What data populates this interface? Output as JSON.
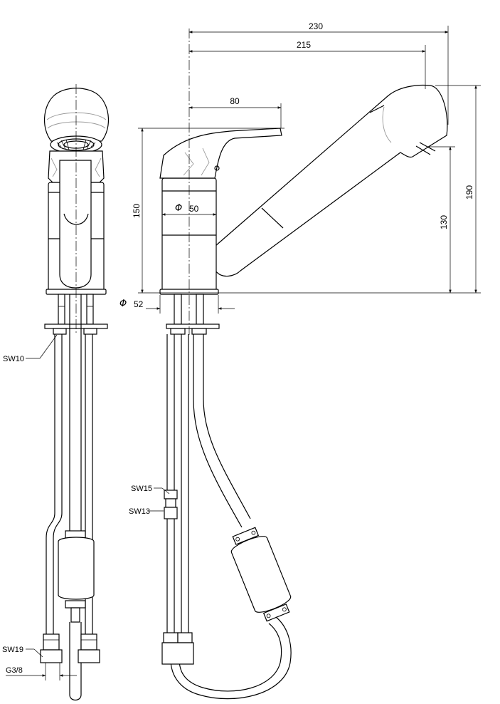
{
  "dimensions": {
    "overall_width": "230",
    "spout_reach": "215",
    "lever_reach": "80",
    "body_height": "150",
    "body_diameter_symbol": "Φ",
    "body_diameter": "50",
    "base_diameter_symbol": "Φ",
    "base_diameter": "52",
    "spout_outlet_height": "130",
    "overall_height": "190"
  },
  "callouts": {
    "hex_nut": "SW10",
    "valve_upper": "SW15",
    "valve_lower": "SW13",
    "hose_nut": "SW19",
    "thread": "G3/8"
  }
}
